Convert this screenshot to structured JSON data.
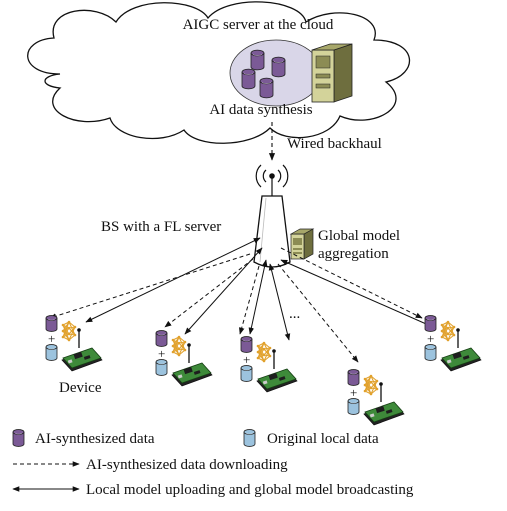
{
  "cloud": {
    "title": "AIGC server at the cloud",
    "synthesis_label": "AI data synthesis"
  },
  "backhaul_label": "Wired backhaul",
  "bs_label": "BS with a FL server",
  "aggregation_label": [
    "Global model",
    "aggregation"
  ],
  "ellipsis": "...",
  "device_label": "Device",
  "plus_sign": "+",
  "legend": {
    "ai_data": "AI-synthesized data",
    "local_data": "Original local data",
    "downloading": "AI-synthesized data downloading",
    "uploading": "Local model uploading and global model broadcasting"
  },
  "colors": {
    "ai_data": "#7b5a96",
    "local_data": "#9cc3de",
    "device_board": "#3e8a3a",
    "network_icon": "#e1a12c",
    "cloud_oval": "#d9d6e8"
  },
  "icons": [
    "cloud-icon",
    "server-icon",
    "antenna-signal-icon",
    "tower-icon",
    "neural-network-icon",
    "circuit-board-icon",
    "database-icon"
  ]
}
